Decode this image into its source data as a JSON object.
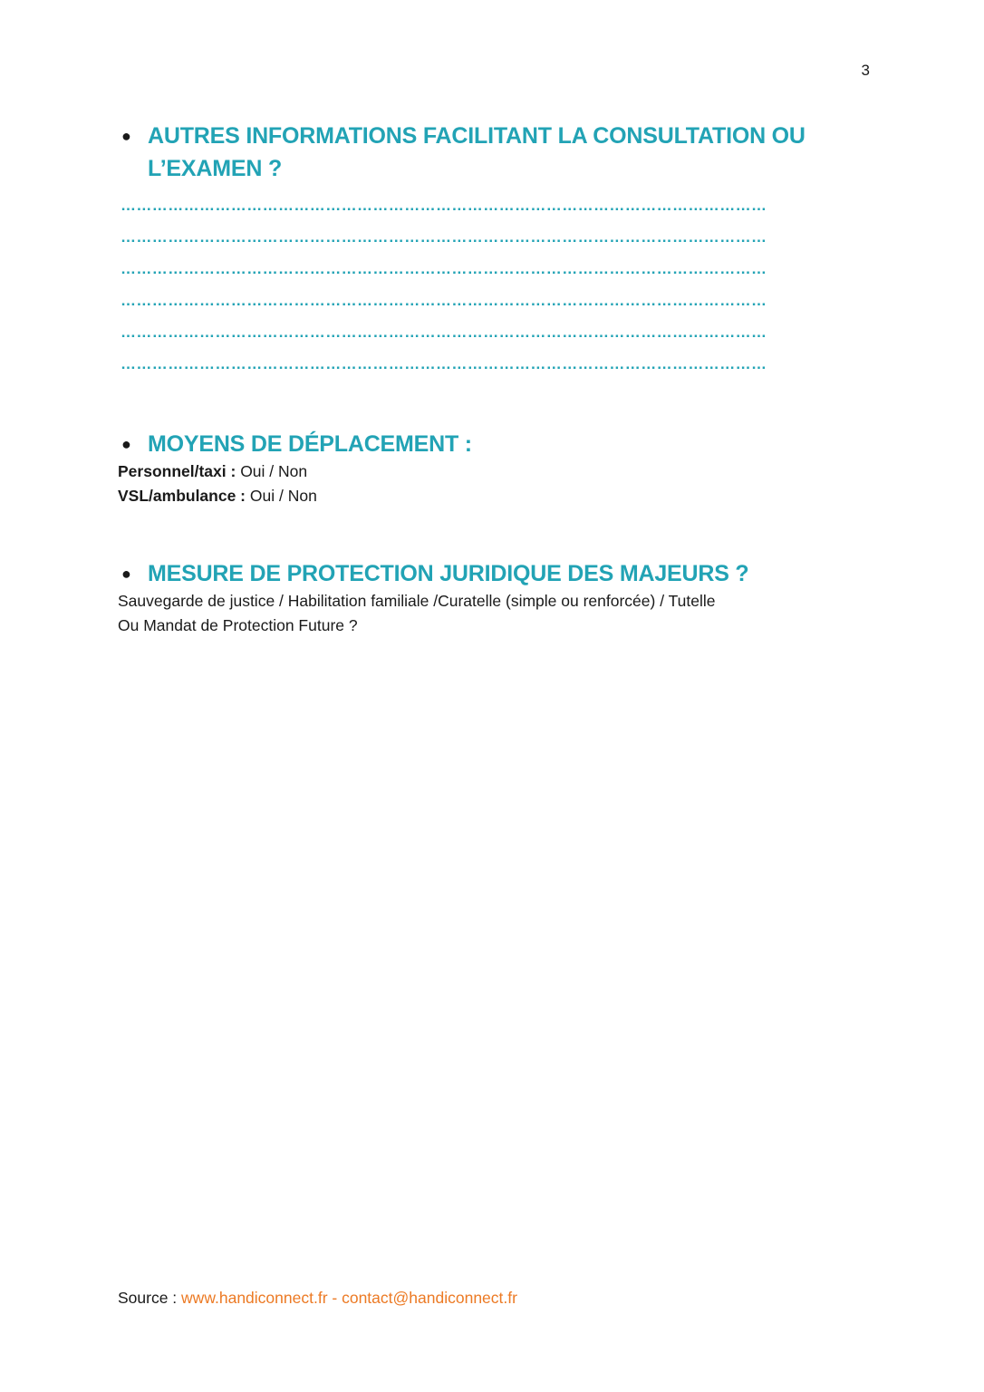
{
  "page": {
    "number": "3"
  },
  "sections": [
    {
      "title_line1": "AUTRES INFORMATIONS FACILITANT LA CONSULTATION OU",
      "title_line2": "L’EXAMEN ?",
      "dotted_lines": [
        "……………………………………………………………………………………………………………",
        "……………………………………………………………………………………………………………",
        "……………………………………………………………………………………………………………",
        "……………………………………………………………………………………………………………",
        "……………………………………………………………………………………………………………",
        "……………………………………………………………………………………………………………"
      ]
    },
    {
      "title": "MOYENS DE DÉPLACEMENT :",
      "rows": [
        {
          "label": "Personnel/taxi :",
          "value": " Oui / Non"
        },
        {
          "label": "VSL/ambulance :",
          "value": " Oui / Non"
        }
      ]
    },
    {
      "title": "MESURE DE PROTECTION JURIDIQUE DES MAJEURS ?",
      "lines": [
        "Sauvegarde de justice / Habilitation familiale /Curatelle (simple ou renforcée) / Tutelle",
        "Ou Mandat de Protection Future ?"
      ]
    }
  ],
  "footer": {
    "prefix": "Source : ",
    "website": "www.handiconnect.fr",
    "separator": " - ",
    "email": "contact@handiconnect.fr"
  },
  "colors": {
    "heading": "#22a3b5",
    "footer_link": "#ec7a24",
    "text": "#1a1a1a"
  }
}
